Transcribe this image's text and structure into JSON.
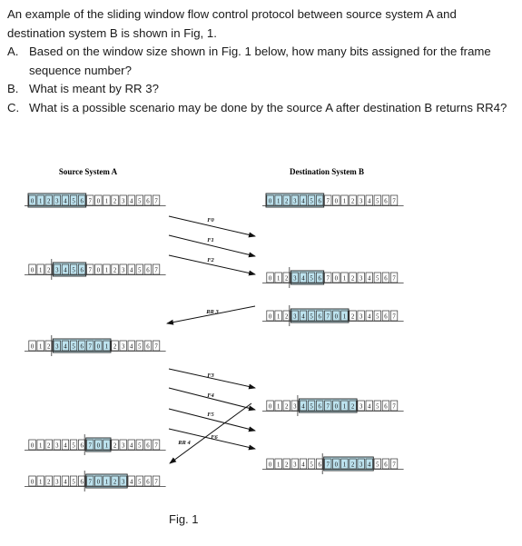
{
  "question": {
    "intro": "An example of the sliding window flow control protocol between source system A and destination system B is shown in Fig, 1.",
    "items": [
      {
        "label": "A.",
        "text": "Based on the window size shown in Fig. 1 below, how many bits assigned for the frame sequence number?"
      },
      {
        "label": "B.",
        "text": "What is meant by RR 3?"
      },
      {
        "label": "C.",
        "text": "What is a possible scenario may be done by the source A after destination B returns RR4?"
      }
    ]
  },
  "figure": {
    "source_title": "Source System A",
    "destination_title": "Destination System B",
    "caption": "Fig. 1",
    "window_color": "#bde3ef",
    "sequence": [
      "0",
      "1",
      "2",
      "3",
      "4",
      "5",
      "6",
      "7",
      "0",
      "1",
      "2",
      "3",
      "4",
      "5",
      "6",
      "7"
    ],
    "source_windows": [
      {
        "start": 0,
        "len": 7
      },
      {
        "start": 3,
        "len": 4
      },
      {
        "start": 3,
        "len": 7
      },
      {
        "start": 7,
        "len": 3
      },
      {
        "start": 7,
        "len": 5
      }
    ],
    "destination_windows": [
      {
        "start": 0,
        "len": 7
      },
      {
        "start": 3,
        "len": 4
      },
      {
        "start": 3,
        "len": 7
      },
      {
        "start": 4,
        "len": 7
      },
      {
        "start": 7,
        "len": 6
      }
    ],
    "frames": [
      "F0",
      "F1",
      "F2",
      "RR 3",
      "F3",
      "F4",
      "F5",
      "F6",
      "RR 4"
    ]
  }
}
